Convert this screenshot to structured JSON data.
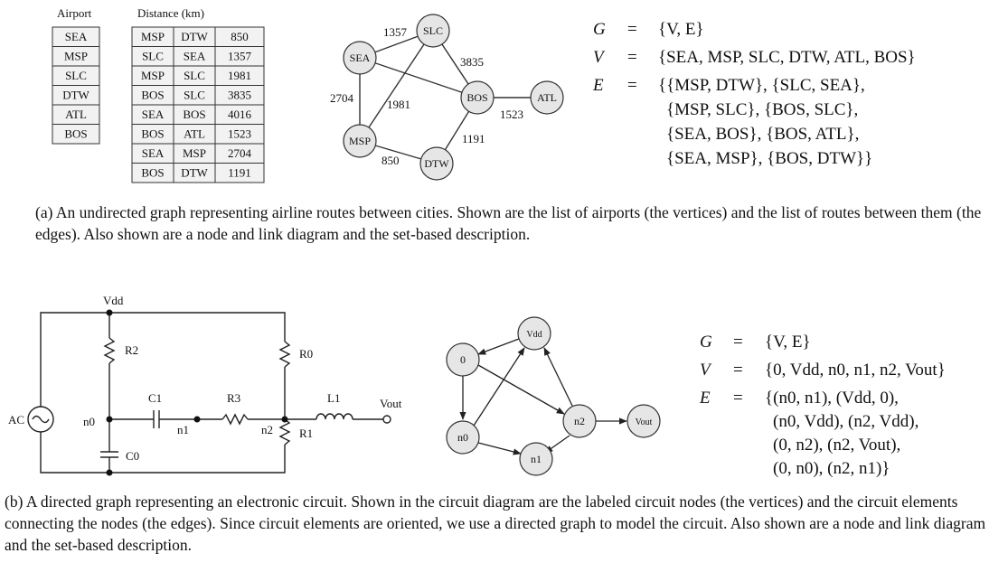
{
  "top": {
    "airport_header": "Airport",
    "distance_header": "Distance (km)",
    "airports": [
      "SEA",
      "MSP",
      "SLC",
      "DTW",
      "ATL",
      "BOS"
    ],
    "routes": [
      [
        "MSP",
        "DTW",
        "850"
      ],
      [
        "SLC",
        "SEA",
        "1357"
      ],
      [
        "MSP",
        "SLC",
        "1981"
      ],
      [
        "BOS",
        "SLC",
        "3835"
      ],
      [
        "SEA",
        "BOS",
        "4016"
      ],
      [
        "BOS",
        "ATL",
        "1523"
      ],
      [
        "SEA",
        "MSP",
        "2704"
      ],
      [
        "BOS",
        "DTW",
        "1191"
      ]
    ],
    "graph": {
      "nodes": {
        "SEA": "SEA",
        "SLC": "SLC",
        "BOS": "BOS",
        "ATL": "ATL",
        "MSP": "MSP",
        "DTW": "DTW"
      },
      "edge_labels": {
        "sea_slc": "1357",
        "slc_bos": "3835",
        "sea_msp": "2704",
        "msp_slc": "1981",
        "bos_atl": "1523",
        "bos_dtw": "1191",
        "msp_dtw": "850"
      }
    },
    "set": {
      "G": "G",
      "eq": "=",
      "V": "V",
      "E": "E",
      "G_rhs": "{V, E}",
      "V_rhs": "{SEA, MSP, SLC, DTW, ATL, BOS}",
      "E_lines": [
        "{{MSP, DTW}, {SLC, SEA},",
        "{MSP, SLC}, {BOS, SLC},",
        "{SEA, BOS}, {BOS, ATL},",
        "{SEA, MSP}, {BOS, DTW}}"
      ]
    },
    "caption": "(a) An undirected graph representing airline routes between cities. Shown are the list of airports (the vertices) and the list of routes between them (the edges). Also shown are a node and link diagram and the set-based description."
  },
  "bottom": {
    "circuit": {
      "vdd": "Vdd",
      "ac": "AC",
      "n0": "n0",
      "n1": "n1",
      "n2": "n2",
      "r2": "R2",
      "r0": "R0",
      "r3": "R3",
      "r1": "R1",
      "c1": "C1",
      "c0": "C0",
      "l1": "L1",
      "vout": "Vout"
    },
    "graph": {
      "nodes": {
        "zero": "0",
        "vdd": "Vdd",
        "n2": "n2",
        "vout": "Vout",
        "n0": "n0",
        "n1": "n1"
      }
    },
    "set": {
      "G": "G",
      "eq": "=",
      "V": "V",
      "E": "E",
      "G_rhs": "{V, E}",
      "V_rhs": "{0, Vdd, n0, n1, n2, Vout}",
      "E_lines": [
        "{(n0, n1), (Vdd, 0),",
        "(n0, Vdd), (n2, Vdd),",
        "(0, n2), (n2, Vout),",
        "(0, n0), (n2, n1)}"
      ]
    },
    "caption": "(b) A directed graph representing an electronic circuit. Shown in the circuit diagram are the labeled circuit nodes (the vertices) and the circuit elements connecting the nodes (the edges). Since circuit elements are oriented, we use a directed graph to model the circuit. Also shown are a node and link diagram and the set-based description."
  },
  "colors": {
    "cell_fill": "#f2f2f2",
    "node_fill": "#e6e6e6",
    "stroke": "#333333"
  }
}
